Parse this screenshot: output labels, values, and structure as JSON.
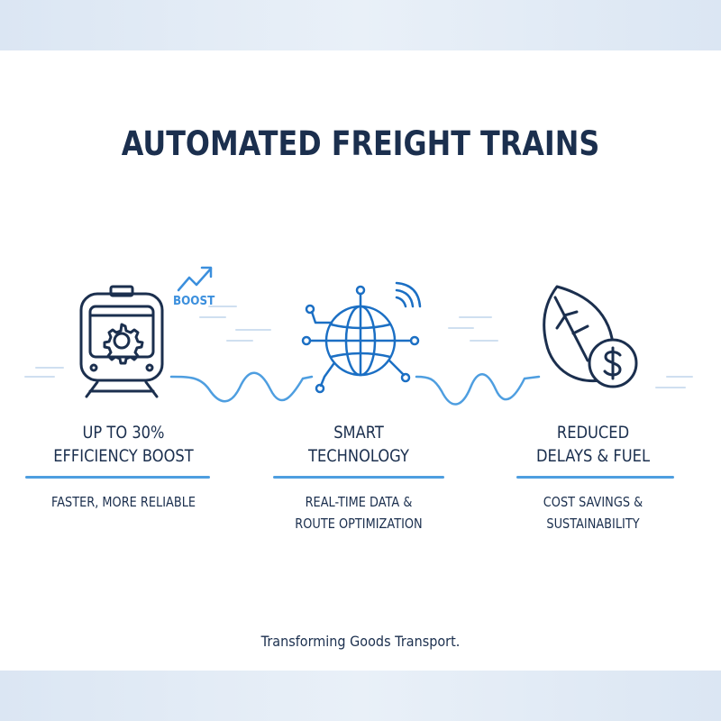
{
  "title": "AUTOMATED FREIGHT TRAINS",
  "boost_label": "BOOST",
  "features": [
    {
      "icon": "train-gear-icon",
      "heading_line1": "UP TO 30%",
      "heading_line2": "EFFICIENCY BOOST",
      "sub_line1": "FASTER, MORE RELIABLE",
      "sub_line2": ""
    },
    {
      "icon": "network-globe-icon",
      "heading_line1": "SMART",
      "heading_line2": "TECHNOLOGY",
      "sub_line1": "REAL-TIME DATA &",
      "sub_line2": "ROUTE OPTIMIZATION"
    },
    {
      "icon": "leaf-dollar-icon",
      "heading_line1": "REDUCED",
      "heading_line2": "DELAYS & FUEL",
      "sub_line1": "COST SAVINGS &",
      "sub_line2": "SUSTAINABILITY"
    }
  ],
  "tagline": "Transforming Goods Transport.",
  "colors": {
    "navy": "#1b2f4e",
    "accent": "#3b8fdd",
    "band": "#dbe6f3"
  }
}
